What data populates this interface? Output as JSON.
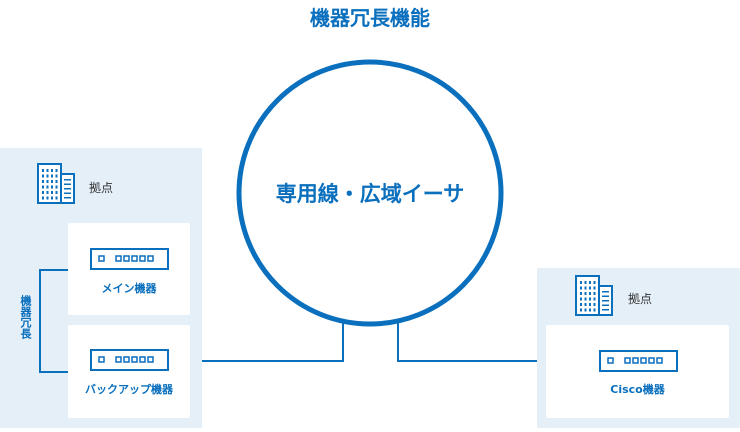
{
  "title": "機器冗長機能",
  "network": {
    "label": "専用線・広域イーサ"
  },
  "site_left": {
    "label": "拠点",
    "redundancy_label": "機器冗長",
    "devices": [
      {
        "label": "メイン機器"
      },
      {
        "label": "バックアップ機器"
      }
    ]
  },
  "site_right": {
    "label": "拠点",
    "devices": [
      {
        "label": "Cisco機器"
      }
    ]
  },
  "colors": {
    "accent": "#0a6fbd",
    "panel": "#e4eff8"
  }
}
